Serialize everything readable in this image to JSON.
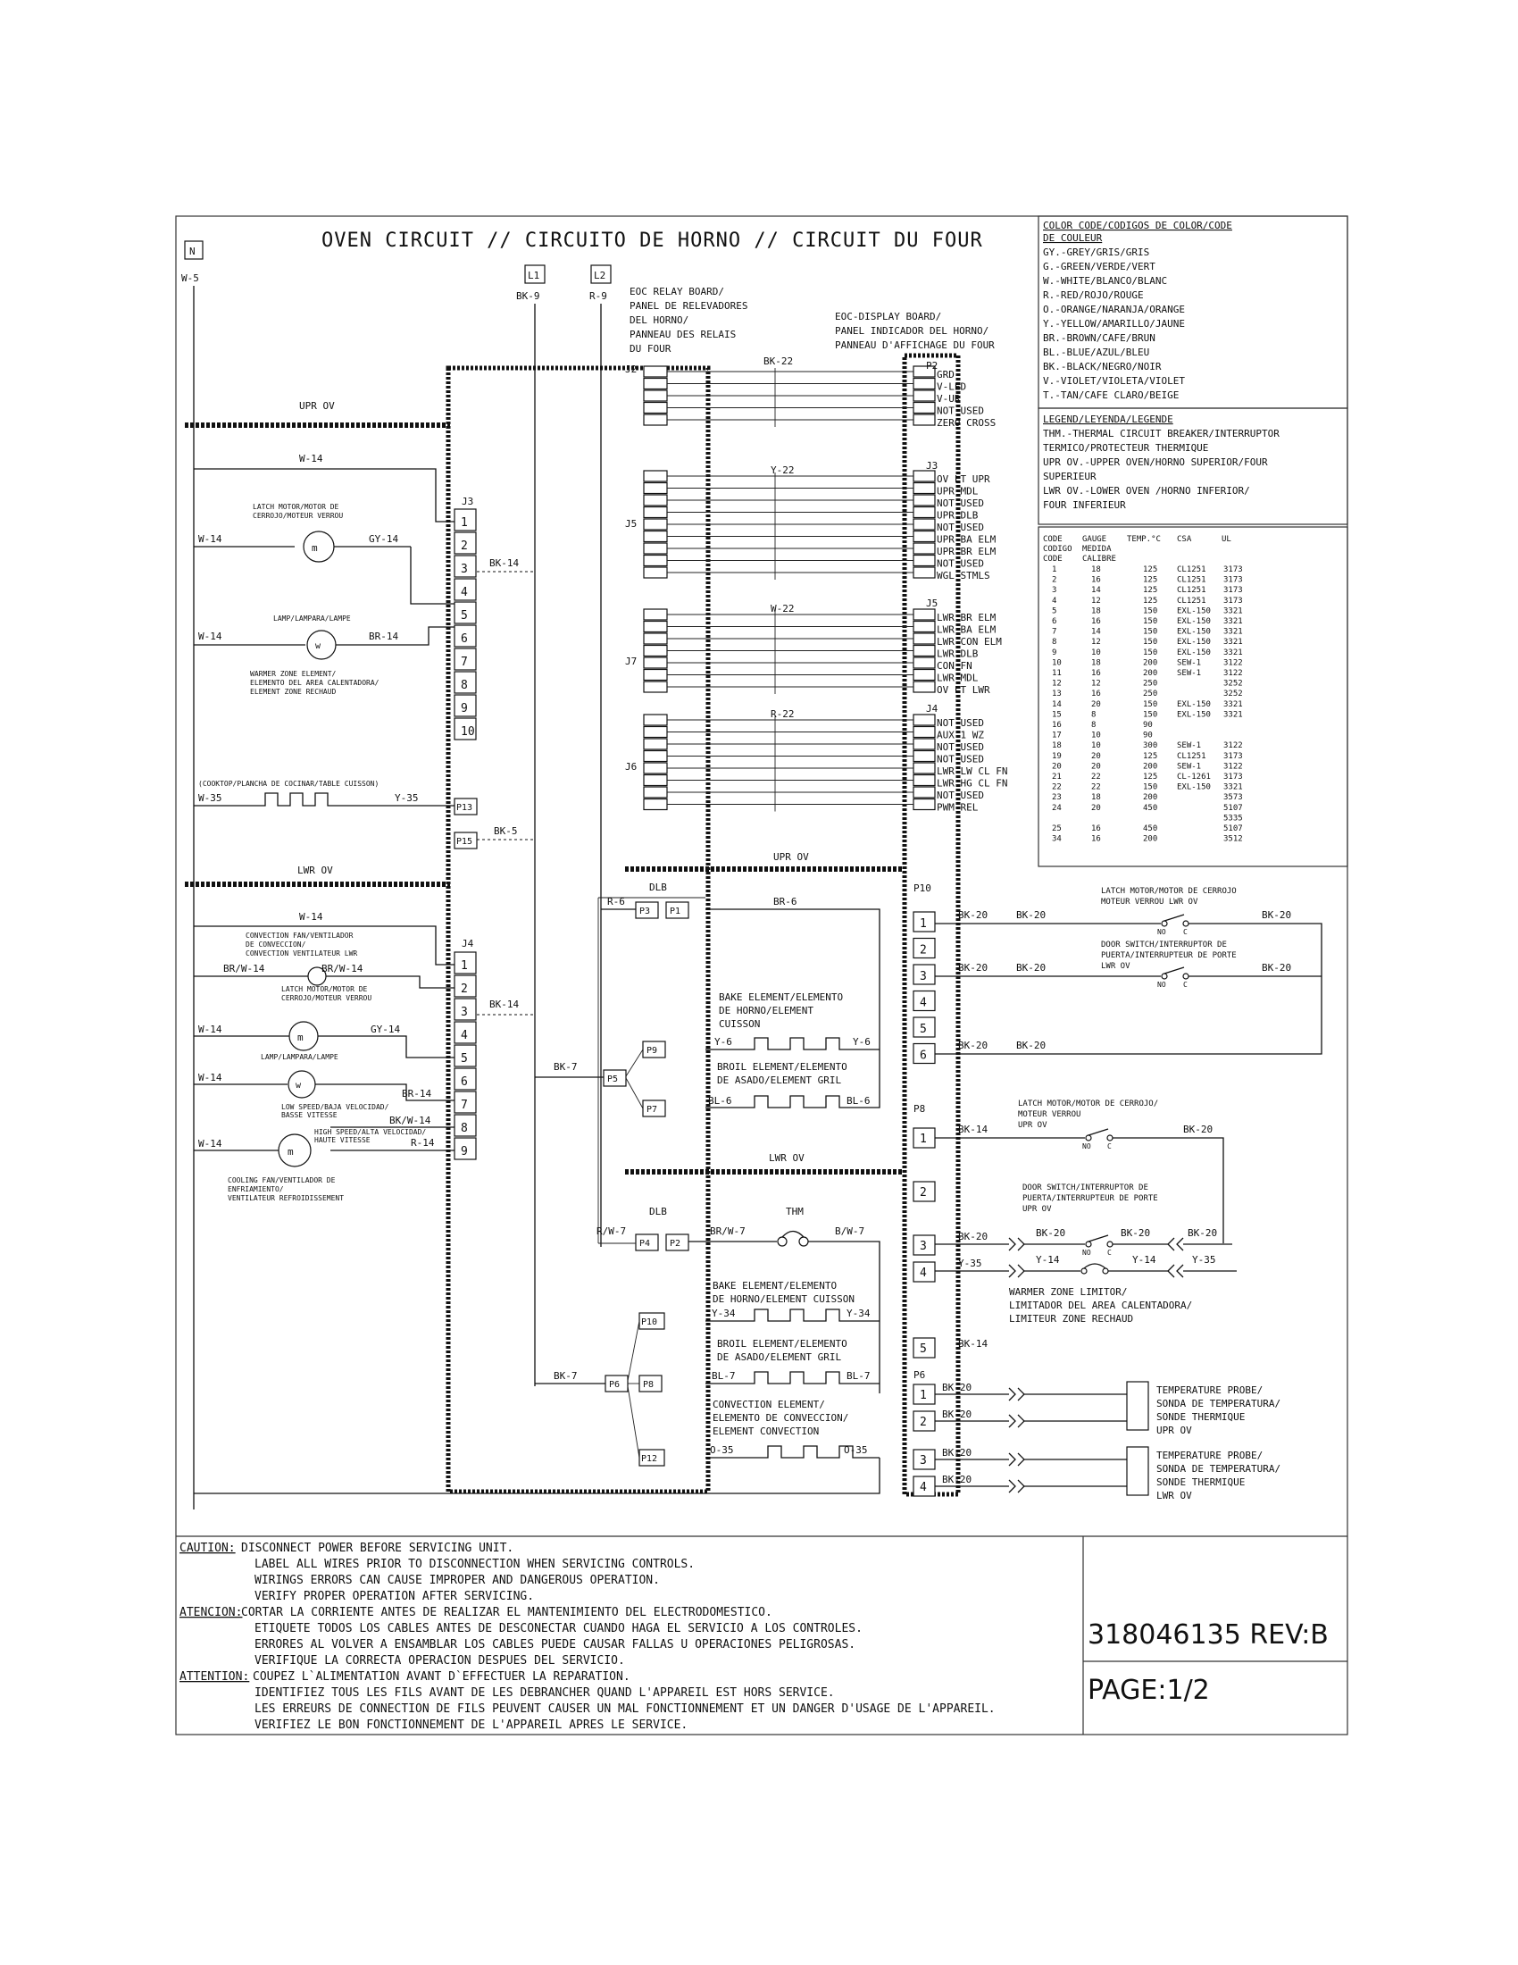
{
  "title": "OVEN CIRCUIT // CIRCUITO DE HORNO // CIRCUIT DU FOUR",
  "power": {
    "n": "N",
    "n_wire": "W-5",
    "l1": "L1",
    "l1_wire": "BK-9",
    "l2": "L2",
    "l2_wire": "R-9"
  },
  "relay_board": [
    "EOC RELAY BOARD/",
    "PANEL DE RELEVADORES",
    "DEL HORNO/",
    "PANNEAU DES RELAIS",
    "DU FOUR"
  ],
  "display_board": [
    "EOC-DISPLAY BOARD/",
    "PANEL INDICADOR DEL HORNO/",
    "PANNEAU D'AFFICHAGE DU FOUR"
  ],
  "zones": {
    "upr_ov": "UPR OV",
    "lwr_ov": "LWR OV"
  },
  "j3": {
    "label": "J3",
    "pins": [
      "1",
      "2",
      "3",
      "4",
      "5",
      "6",
      "7",
      "8",
      "9",
      "10"
    ],
    "bundle": "BK-14",
    "feed_wire": "W-14",
    "latch": {
      "caption": [
        "LATCH MOTOR/MOTOR DE",
        "CERROJO/MOTEUR VERROU"
      ],
      "left": "W-14",
      "right": "GY-14"
    },
    "lamp": {
      "caption": "LAMP/LAMPARA/LAMPE",
      "left": "W-14",
      "right": "BR-14"
    },
    "warmer": [
      "WARMER ZONE ELEMENT/",
      "ELEMENTO  DEL AREA CALENTADORA/",
      "ELEMENT ZONE RECHAUD"
    ]
  },
  "cooktop": {
    "caption": "(COOKTOP/PLANCHA DE COCINAR/TABLE CUISSON)",
    "left": "W-35",
    "right": "Y-35",
    "p13": "P13",
    "p15": "P15",
    "bk5": "BK-5"
  },
  "j4": {
    "label": "J4",
    "pins": [
      "1",
      "2",
      "3",
      "4",
      "5",
      "6",
      "7",
      "8",
      "9"
    ],
    "bundle": "BK-14",
    "feed_wire": "W-14",
    "conv_fan": [
      "CONVECTION FAN/VENTILADOR",
      "DE CONVECCION/",
      "CONVECTION VENTILATEUR LWR"
    ],
    "conv_left": "BR/W-14",
    "conv_right": "BR/W-14",
    "latch": [
      "LATCH MOTOR/MOTOR DE",
      "CERROJO/MOTEUR VERROU"
    ],
    "latch_left": "W-14",
    "latch_right": "GY-14",
    "lamp": "LAMP/LAMPARA/LAMPE",
    "lamp_left": "W-14",
    "lamp_right": "BR-14",
    "low_speed": [
      "LOW SPEED/BAJA VELOCIDAD/",
      "BASSE VITESSE"
    ],
    "low_wire": "BK/W-14",
    "high_speed": [
      "HIGH SPEED/ALTA VELOCIDAD/",
      "HAUTE VITESSE"
    ],
    "high_wire": "R-14",
    "cool_left": "W-14",
    "cooling": [
      "COOLING FAN/VENTILADOR DE",
      "ENFRIAMIENTO/",
      "VENTILATEUR REFROIDISSEMENT"
    ]
  },
  "relay_connectors": {
    "j2": {
      "label": "J2",
      "bus": "BK-22"
    },
    "j5": {
      "label": "J5",
      "bus": "Y-22"
    },
    "j7": {
      "label": "J7",
      "bus": "W-22"
    },
    "j6": {
      "label": "J6",
      "bus": "R-22"
    }
  },
  "display_pins": {
    "p2": {
      "label": "P2",
      "pins": [
        "GRD",
        "V-LED",
        "V-UR",
        "NOT USED",
        "ZERO CROSS"
      ]
    },
    "j3": {
      "label": "J3",
      "pins": [
        "OV LT UPR",
        "UPR MDL",
        "NOT USED",
        "UPR DLB",
        "NOT USED",
        "UPR BA ELM",
        "UPR BR ELM",
        "NOT USED",
        "WGL STMLS"
      ]
    },
    "j5": {
      "label": "J5",
      "pins": [
        "LWR BR ELM",
        "LWR BA ELM",
        "LWR CON ELM",
        "LWR DLB",
        "CON FN",
        "LWR MDL",
        "OV LT LWR"
      ]
    },
    "j4": {
      "label": "J4",
      "pins": [
        "NOT USED",
        "AUX 1 WZ",
        "NOT USED",
        "NOT USED",
        "LWR LW CL FN",
        "LWR HG CL FN",
        "NOT USED",
        "PWM REL"
      ]
    }
  },
  "upper_oven": {
    "zone": "UPR OV",
    "dlb": "DLB",
    "p3": "P3",
    "p1": "P1",
    "r6": "R-6",
    "br6": "BR-6",
    "bake": [
      "BAKE ELEMENT/ELEMENTO",
      "DE HORNO/ELEMENT",
      "CUISSON"
    ],
    "bake_p": "P9",
    "bake_l": "Y-6",
    "bake_r": "Y-6",
    "broil": [
      "BROIL ELEMENT/ELEMENTO",
      "DE ASADO/ELEMENT GRIL"
    ],
    "broil_p": "P7",
    "broil_l": "BL-6",
    "broil_r": "BL-6",
    "p5": "P5",
    "bk7": "BK-7"
  },
  "lower_oven": {
    "zone": "LWR OV",
    "dlb": "DLB",
    "thm": "THM",
    "p4": "P4",
    "p2": "P2",
    "rw7": "R/W-7",
    "brw7": "BR/W-7",
    "bw7": "B/W-7",
    "bake": [
      "BAKE ELEMENT/ELEMENTO",
      "DE HORNO/ELEMENT CUISSON"
    ],
    "bake_p": "P10",
    "bake_l": "Y-34",
    "bake_r": "Y-34",
    "broil": [
      "BROIL ELEMENT/ELEMENTO",
      "DE ASADO/ELEMENT GRIL"
    ],
    "broil_p": "P8",
    "broil_l": "BL-7",
    "broil_r": "BL-7",
    "conv": [
      "CONVECTION ELEMENT/",
      "ELEMENTO DE CONVECCION/",
      "ELEMENT CONVECTION"
    ],
    "conv_p": "P12",
    "conv_l": "O-35",
    "conv_r": "O-35",
    "p6": "P6",
    "bk7": "BK-7"
  },
  "p10": {
    "label": "P10",
    "pins": [
      "1",
      "2",
      "3",
      "4",
      "5",
      "6"
    ],
    "w1a": "BK-20",
    "w1b": "BK-20",
    "w3a": "BK-20",
    "w3b": "BK-20",
    "w6a": "BK-20",
    "w6b": "BK-20",
    "w1c": "BK-20",
    "w3c": "BK-20",
    "latch": [
      "LATCH MOTOR/MOTOR DE CERROJO",
      "MOTEUR VERROU LWR OV"
    ],
    "door": [
      "DOOR SWITCH/INTERRUPTOR DE",
      "PUERTA/INTERRUPTEUR DE PORTE",
      "LWR OV"
    ],
    "no": "NO",
    "c": "C"
  },
  "p8": {
    "label": "P8",
    "pins": [
      "1",
      "2",
      "3",
      "4",
      "5"
    ],
    "w1": "BK-14",
    "w1b": "BK-20",
    "w3": "BK-20",
    "w3b": "BK-20",
    "w3c": "BK-20",
    "w3d": "BK-20",
    "w4": "Y-35",
    "w4b": "Y-14",
    "w4c": "Y-14",
    "w4d": "Y-35",
    "w5": "BK-14",
    "latch": [
      "LATCH MOTOR/MOTOR DE CERROJO/",
      "MOTEUR VERROU",
      "UPR OV"
    ],
    "door": [
      "DOOR SWITCH/INTERRUPTOR DE",
      "PUERTA/INTERRUPTEUR DE PORTE",
      "UPR OV"
    ],
    "warmer": [
      "WARMER ZONE LIMITOR/",
      "LIMITADOR DEL AREA CALENTADORA/",
      "LIMITEUR ZONE RECHAUD"
    ],
    "no": "NO",
    "c": "C"
  },
  "p6": {
    "label": "P6",
    "pins": [
      "1",
      "2",
      "3",
      "4"
    ],
    "wire": "BK-20",
    "probe_upr": [
      "TEMPERATURE PROBE/",
      "SONDA DE TEMPERATURA/",
      "SONDE THERMIQUE",
      "UPR OV"
    ],
    "probe_lwr": [
      "TEMPERATURE PROBE/",
      "SONDA DE TEMPERATURA/",
      "SONDE THERMIQUE",
      "LWR OV"
    ]
  },
  "color_code": {
    "title": [
      "COLOR CODE/CODIGOS DE COLOR/CODE",
      "DE COULEUR"
    ],
    "rows": [
      "GY.-GREY/GRIS/GRIS",
      "G.-GREEN/VERDE/VERT",
      "W.-WHITE/BLANCO/BLANC",
      "R.-RED/ROJO/ROUGE",
      "O.-ORANGE/NARANJA/ORANGE",
      "Y.-YELLOW/AMARILLO/JAUNE",
      "BR.-BROWN/CAFE/BRUN",
      "BL.-BLUE/AZUL/BLEU",
      "BK.-BLACK/NEGRO/NOIR",
      "V.-VIOLET/VIOLETA/VIOLET",
      "T.-TAN/CAFE CLARO/BEIGE"
    ]
  },
  "legend": {
    "title": "LEGEND/LEYENDA/LEGENDE",
    "rows": [
      "THM.-THERMAL CIRCUIT BREAKER/INTERRUPTOR",
      "TERMICO/PROTECTEUR THERMIQUE",
      "UPR OV.-UPPER OVEN/HORNO SUPERIOR/FOUR",
      "      SUPERIEUR",
      "LWR OV.-LOWER OVEN /HORNO INFERIOR/",
      "      FOUR INFERIEUR"
    ]
  },
  "gauge_table": {
    "header1": [
      "CODE",
      "GAUGE",
      "TEMP.°C",
      "CSA",
      "UL"
    ],
    "header2": [
      "CODIGO",
      "MEDIDA"
    ],
    "header3": [
      "CODE",
      "CALIBRE"
    ],
    "rows": [
      [
        "1",
        "18",
        "125",
        "CL1251",
        "3173"
      ],
      [
        "2",
        "16",
        "125",
        "CL1251",
        "3173"
      ],
      [
        "3",
        "14",
        "125",
        "CL1251",
        "3173"
      ],
      [
        "4",
        "12",
        "125",
        "CL1251",
        "3173"
      ],
      [
        "5",
        "18",
        "150",
        "EXL-150",
        "3321"
      ],
      [
        "6",
        "16",
        "150",
        "EXL-150",
        "3321"
      ],
      [
        "7",
        "14",
        "150",
        "EXL-150",
        "3321"
      ],
      [
        "8",
        "12",
        "150",
        "EXL-150",
        "3321"
      ],
      [
        "9",
        "10",
        "150",
        "EXL-150",
        "3321"
      ],
      [
        "10",
        "18",
        "200",
        "SEW-1",
        "3122"
      ],
      [
        "11",
        "16",
        "200",
        "SEW-1",
        "3122"
      ],
      [
        "12",
        "12",
        "250",
        "",
        "3252"
      ],
      [
        "13",
        "16",
        "250",
        "",
        "3252"
      ],
      [
        "14",
        "20",
        "150",
        "EXL-150",
        "3321"
      ],
      [
        "15",
        "8",
        "150",
        "EXL-150",
        "3321"
      ],
      [
        "16",
        "8",
        "90",
        "",
        ""
      ],
      [
        "17",
        "10",
        "90",
        "",
        ""
      ],
      [
        "18",
        "10",
        "300",
        "SEW-1",
        "3122"
      ],
      [
        "19",
        "20",
        "125",
        "CL1251",
        "3173"
      ],
      [
        "20",
        "20",
        "200",
        "SEW-1",
        "3122"
      ],
      [
        "21",
        "22",
        "125",
        "CL-1261",
        "3173"
      ],
      [
        "22",
        "22",
        "150",
        "EXL-150",
        "3321"
      ],
      [
        "23",
        "18",
        "200",
        "",
        "3573"
      ],
      [
        "24",
        "20",
        "450",
        "",
        "5107"
      ],
      [
        "",
        "",
        "",
        "",
        "5335"
      ],
      [
        "25",
        "16",
        "450",
        "",
        "5107"
      ],
      [
        "34",
        "16",
        "200",
        "",
        "3512"
      ]
    ]
  },
  "caution": {
    "label": "CAUTION:",
    "lines": [
      "DISCONNECT POWER BEFORE SERVICING UNIT.",
      "LABEL ALL WIRES PRIOR TO DISCONNECTION WHEN SERVICING CONTROLS.",
      "WIRINGS ERRORS CAN CAUSE IMPROPER AND DANGEROUS OPERATION.",
      "VERIFY PROPER OPERATION AFTER SERVICING."
    ]
  },
  "atencion": {
    "label": "ATENCION:",
    "lines": [
      "CORTAR LA CORRIENTE ANTES DE REALIZAR EL MANTENIMIENTO DEL ELECTRODOMESTICO.",
      "ETIQUETE TODOS LOS CABLES ANTES DE DESCONECTAR CUANDO HAGA EL SERVICIO A LOS CONTROLES.",
      "ERRORES AL VOLVER A ENSAMBLAR LOS CABLES PUEDE CAUSAR FALLAS U OPERACIONES PELIGROSAS.",
      "VERIFIQUE LA CORRECTA OPERACION DESPUES DEL SERVICIO."
    ]
  },
  "attention": {
    "label": "ATTENTION:",
    "lines": [
      "COUPEZ L`ALIMENTATION AVANT D`EFFECTUER LA REPARATION.",
      "IDENTIFIEZ TOUS LES FILS AVANT DE LES DEBRANCHER QUAND L'APPAREIL EST HORS SERVICE.",
      "LES ERREURS DE CONNECTION DE FILS PEUVENT CAUSER UN MAL FONCTIONNEMENT ET UN DANGER D'USAGE DE L'APPAREIL.",
      "VERIFIEZ LE BON FONCTIONNEMENT DE L'APPAREIL APRES LE SERVICE."
    ]
  },
  "doc_number": "318046135 REV:B",
  "page": "PAGE:1/2"
}
